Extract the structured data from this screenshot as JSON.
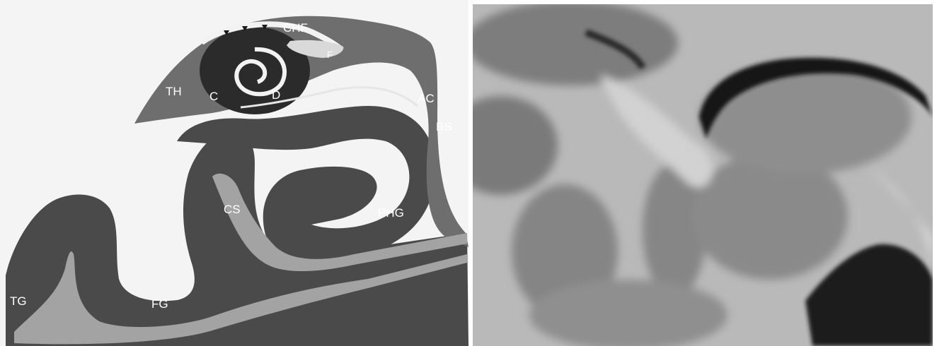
{
  "diagram": {
    "labels": {
      "chf": "CHF",
      "f": "F",
      "th": "TH",
      "c": "C",
      "d": "D",
      "ac": "AC",
      "bs": "BS",
      "cs": "CS",
      "phg": "PHG",
      "tg": "TG",
      "fg": "FG"
    },
    "colors": {
      "background": "#f4f4f4",
      "dark_tissue": "#4a4a4a",
      "medium_tissue": "#6e6e6e",
      "light_tissue": "#a3a3a3",
      "fissure": "#f2f2f2",
      "hippocampal_core": "#2b2b2b"
    }
  },
  "mri": {
    "colors": {
      "white_matter": "#c8c8c8",
      "gray_matter": "#8a8a8a",
      "csf": "#151515"
    }
  }
}
